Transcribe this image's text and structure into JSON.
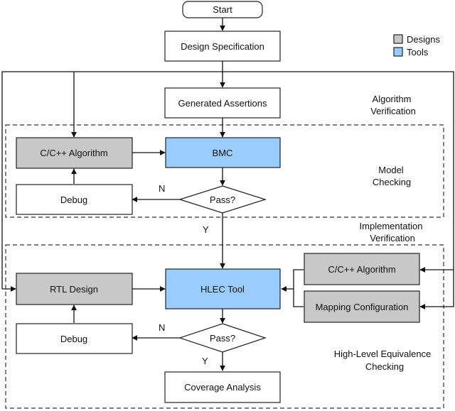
{
  "legend": {
    "designs": {
      "label": "Designs",
      "color": "#c8c8c8"
    },
    "tools": {
      "label": "Tools",
      "color": "#99ccff"
    }
  },
  "nodes": {
    "start": "Start",
    "design_spec": "Design Specification",
    "generated_assertions": "Generated Assertions",
    "cpp_algorithm_top": "C/C++ Algorithm",
    "bmc": "BMC",
    "debug_top": "Debug",
    "pass_top": "Pass?",
    "rtl_design": "RTL Design",
    "hlec_tool": "HLEC Tool",
    "cpp_algorithm_right": "C/C++ Algorithm",
    "mapping_configuration": "Mapping Configuration",
    "debug_bottom": "Debug",
    "pass_bottom": "Pass?",
    "coverage_analysis": "Coverage Analysis"
  },
  "edge_labels": {
    "n_top": "N",
    "y_top": "Y",
    "n_bottom": "N",
    "y_bottom": "Y"
  },
  "section_labels": {
    "algorithm_verification": [
      "Algorithm",
      "Verification"
    ],
    "model_checking": [
      "Model",
      "Checking"
    ],
    "implementation_verification": [
      "Implementation",
      "Verification"
    ],
    "high_level_equivalence": [
      "High-Level Equivalence",
      "Checking"
    ]
  },
  "colors": {
    "design_fill": "#c8c8c8",
    "tool_fill": "#99ccff",
    "plain_fill": "#ffffff",
    "stroke": "#222222"
  }
}
